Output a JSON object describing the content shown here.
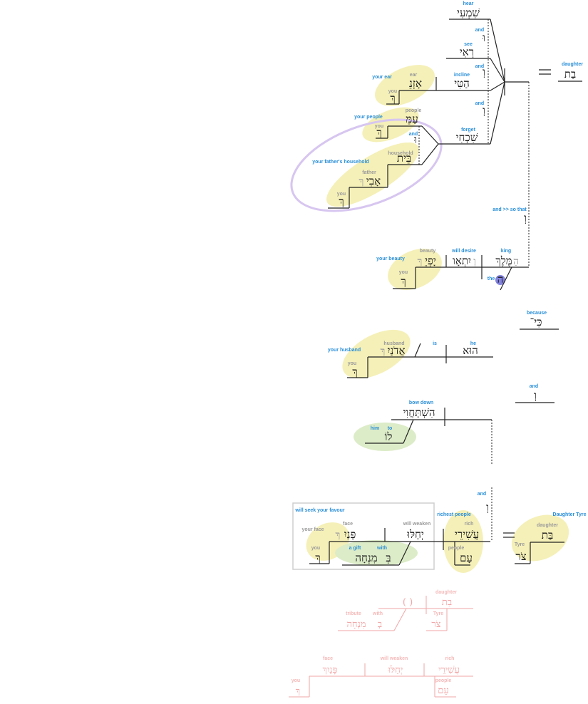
{
  "colors": {
    "gloss_blue": "#2a8fd8",
    "gloss_gray": "#9a9a9a",
    "highlight_yellow": "#f5f0b8",
    "highlight_green": "#dcecc8",
    "ellipse_purple": "#d7c6f0",
    "faded_pink": "#f2a6a6",
    "article_circle": "#6e6ed8"
  },
  "clause1": {
    "hear": {
      "heb": "שִׁמְעִי",
      "gloss": "hear"
    },
    "and1": {
      "heb": "וּ",
      "gloss": "and"
    },
    "see": {
      "heb": "רְאִי",
      "gloss": "see"
    },
    "and2": {
      "heb": "וְ",
      "gloss": "and"
    },
    "incline": {
      "heb": "הַטִּי",
      "gloss": "incline"
    },
    "ear": {
      "heb": "אָזְנֵ",
      "gloss": "ear"
    },
    "your_ear": "your ear",
    "you1": {
      "heb": "ךְ",
      "gloss": "you"
    },
    "and3": {
      "heb": "וְ",
      "gloss": "and"
    },
    "forget": {
      "heb": "שִׁכְחִי",
      "gloss": "forget"
    },
    "daughter": {
      "heb": "בַת",
      "gloss": "daughter"
    }
  },
  "objects": {
    "your_people": "your people",
    "people": {
      "heb": "עַמֵּ",
      "gloss": "people"
    },
    "you2": {
      "heb": "ךְ",
      "gloss": "you"
    },
    "and4": {
      "heb": "וּ",
      "gloss": "and"
    },
    "household": {
      "heb": "בֵּית",
      "gloss": "household"
    },
    "your_fathers_household": "your father's household",
    "father": {
      "heb": "אָבִי",
      "gloss": "father"
    },
    "father_suffix": "ךְ",
    "you3": {
      "heb": "ךְ",
      "gloss": "you"
    }
  },
  "clause2": {
    "conj": {
      "heb": "וְ",
      "gloss": "and >> so that"
    },
    "king": {
      "heb": "מֶּלֶךְ",
      "prefix": "הַ",
      "gloss": "king"
    },
    "the": {
      "heb": "ה",
      "gloss": "the"
    },
    "will_desire": {
      "heb": "יִתְאָו",
      "prefix": "וְ",
      "gloss": "will desire"
    },
    "beauty": {
      "heb": "יָפְיֵ",
      "gloss": "beauty"
    },
    "beauty_suffix": "ךְ",
    "your_beauty": "your beauty",
    "you4": {
      "heb": "ךְ",
      "gloss": "you"
    }
  },
  "clause3": {
    "because": {
      "heb": "כִּי־",
      "gloss": "because"
    },
    "he": {
      "heb": "הוּא",
      "gloss": "he"
    },
    "is": "is",
    "husband": {
      "heb": "אֲדֹנַיִ",
      "gloss": "husband"
    },
    "husband_suffix": "ךְ",
    "your_husband": "your husband",
    "you5": {
      "heb": "ךְ",
      "gloss": "you"
    }
  },
  "clause4": {
    "and5": {
      "heb": "וְ",
      "gloss": "and"
    },
    "bow_down": {
      "heb": "הִשְׁתַּחֲוִי",
      "gloss": "bow down"
    },
    "to_him": {
      "heb": "לוֹ",
      "him": "him",
      "to": "to"
    }
  },
  "clause5": {
    "and6": {
      "heb": "וְ",
      "gloss": "and"
    },
    "box_label": "will seek your favour",
    "will_weaken": {
      "heb": "יְחַלּוּ",
      "gloss": "will weaken"
    },
    "face": {
      "heb": "פָּנַיִ",
      "gloss": "face"
    },
    "face_suffix": "ךְ",
    "your_face": "your face",
    "you6": {
      "heb": "ךְ",
      "gloss": "you"
    },
    "with": {
      "heb": "בְּ",
      "gloss": "with"
    },
    "gift": {
      "heb": "מִנְחָה",
      "gloss": "a gift"
    },
    "richest_people": "richest people",
    "rich": {
      "heb": "עֲשִׁירֵי",
      "gloss": "rich"
    },
    "people2": {
      "heb": "עָם",
      "gloss": "people"
    },
    "daughter_tyre": "Daughter Tyre",
    "daughter2": {
      "heb": "בַּת",
      "gloss": "daughter"
    },
    "tyre": {
      "heb": "צֹר",
      "gloss": "Tyre"
    }
  },
  "faded1": {
    "paren": "( )",
    "daughter": {
      "heb": "בַת",
      "gloss": "daughter"
    },
    "tyre": {
      "heb": "צֹר",
      "gloss": "Tyre"
    },
    "tribute": {
      "heb": "מִנְחָה",
      "gloss": "tribute"
    },
    "with": {
      "heb": "בְ",
      "gloss": "with"
    }
  },
  "faded2": {
    "face": {
      "heb": "פָּנַיִךְ",
      "gloss": "face"
    },
    "will_weaken": {
      "heb": "יְחַלּוּ",
      "gloss": "will weaken"
    },
    "rich": {
      "heb": "עֲשִׁירֵי",
      "gloss": "rich"
    },
    "people": {
      "heb": "עָם",
      "gloss": "people"
    },
    "you": {
      "heb": "ךְ",
      "gloss": "you"
    }
  }
}
